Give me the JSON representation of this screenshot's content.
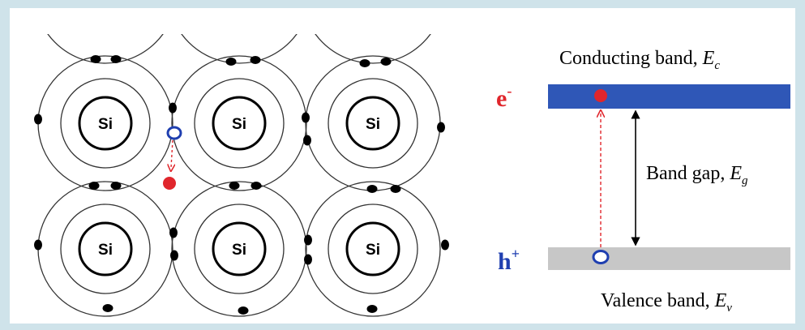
{
  "lattice": {
    "atom_label": "Si",
    "atoms": [
      "Si",
      "Si",
      "Si",
      "Si",
      "Si",
      "Si"
    ]
  },
  "band_diagram": {
    "conduction_band": {
      "label": "Conducting band, ",
      "symbol": "E",
      "subscript": "c"
    },
    "band_gap": {
      "label": "Band gap, ",
      "symbol": "E",
      "subscript": "g"
    },
    "valence_band": {
      "label": "Valence band, ",
      "symbol": "E",
      "subscript": "v"
    },
    "electron": {
      "symbol": "e",
      "charge": "-"
    },
    "hole": {
      "symbol": "h",
      "charge": "+"
    }
  },
  "colors": {
    "conduction_band": "#2f57b7",
    "valence_band": "#c7c7c7",
    "electron": "#e0262c",
    "hole": "#1f3fb0",
    "frame": "#cfe3ea"
  }
}
